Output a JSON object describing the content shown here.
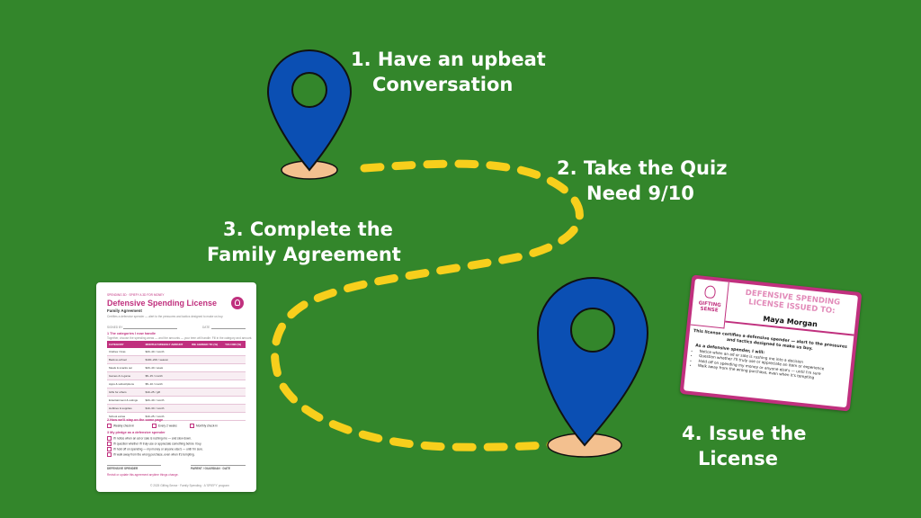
{
  "steps": [
    {
      "num": "1.",
      "lines": [
        "1. Have an upbeat",
        "Conversation"
      ]
    },
    {
      "num": "2.",
      "lines": [
        "2. Take the Quiz",
        "Need 9/10"
      ]
    },
    {
      "num": "3.",
      "lines": [
        "3. Complete the",
        "Family Agreement"
      ]
    },
    {
      "num": "4.",
      "lines": [
        "4. Issue the",
        "License"
      ]
    }
  ],
  "colors": {
    "background": "#33862b",
    "pin": "#0b4fb3",
    "pin_base": "#f3c08f",
    "route": "#f7cf1c",
    "brand_pink": "#c0307e"
  },
  "icons": {
    "start_pin": "location-pin-icon",
    "end_pin": "location-pin-icon",
    "doc_bulb": "lightbulb-icon",
    "license_bulb": "lightbulb-icon"
  },
  "agreement": {
    "series": "SPENDING 3D · SPIEFY A 3D FOR MONEY",
    "title": "Defensive Spending License",
    "subtitle": "Family Agreement",
    "intro": "Certifies a defensive spender — alert to the pressures and tactics designed to make us buy.",
    "signed_by": "SIGNED BY",
    "date": "DATE",
    "section1": "1  The categories I now handle",
    "section1_note": "Together, choose the spending areas — and the amounts — your teen will handle. Fill in the category and amount.",
    "columns": [
      "CATEGORY",
      "MONTHLY/WEEKLY AMOUNT",
      "WE AGREED TO (%)",
      "YOU DID (%)"
    ],
    "rows": [
      [
        "Clothes / bras",
        "$20–40 / month"
      ],
      [
        "Back-to-school",
        "$100–200 / season"
      ],
      [
        "Meals & snacks out",
        "$20–40 / week"
      ],
      [
        "Games & in-game",
        "$5–15 / month"
      ],
      [
        "Apps & subscriptions",
        "$5–10 / month"
      ],
      [
        "Gifts for others",
        "$10–25 / gift"
      ],
      [
        "Entertainment & outings",
        "$20–40 / month"
      ],
      [
        "Hobbies & supplies",
        "$10–30 / month"
      ],
      [
        "School extras",
        "$10–25 / month"
      ]
    ],
    "section2": "2  How we'll stay on the same page",
    "section2_options": [
      "Weekly check-in",
      "Every 2 weeks",
      "Monthly check-in"
    ],
    "section3": "3  My pledge as a defensive spender",
    "pledges": [
      "I'll notice when an ad or sale is rushing me — and slow down.",
      "I'll question whether I'll truly use or appreciate something before I buy.",
      "I'll hold off on spending — my money or anyone else's — until I'm sure.",
      "I'll walk away from the wrong purchase, even when it's tempting."
    ],
    "sig_left": "DEFENSIVE SPENDER",
    "sig_right": "PARENT / GUARDIAN · DATE",
    "footer_note": "Revisit or update this agreement anytime things change.",
    "copyright": "© 2025 Gifting Sense · Family Spending · A 'SPIEFY' program"
  },
  "license": {
    "brand": "GIFTING SENSE",
    "title": "DEFENSIVE SPENDING LICENSE ISSUED TO:",
    "name": "Maya Morgan",
    "certifies": "This license certifies a defensive spender — alert to the pressures and tactics designed to make us buy.",
    "pledge_heading": "As a defensive spender, I will:",
    "pledges": [
      "Notice when an ad or sale is rushing me into a decision",
      "Question whether I'll truly use or appreciate an item or experience",
      "Hold off on spending my money or anyone else's — until I'm sure",
      "Walk away from the wrong purchase, even when it's tempting"
    ]
  }
}
